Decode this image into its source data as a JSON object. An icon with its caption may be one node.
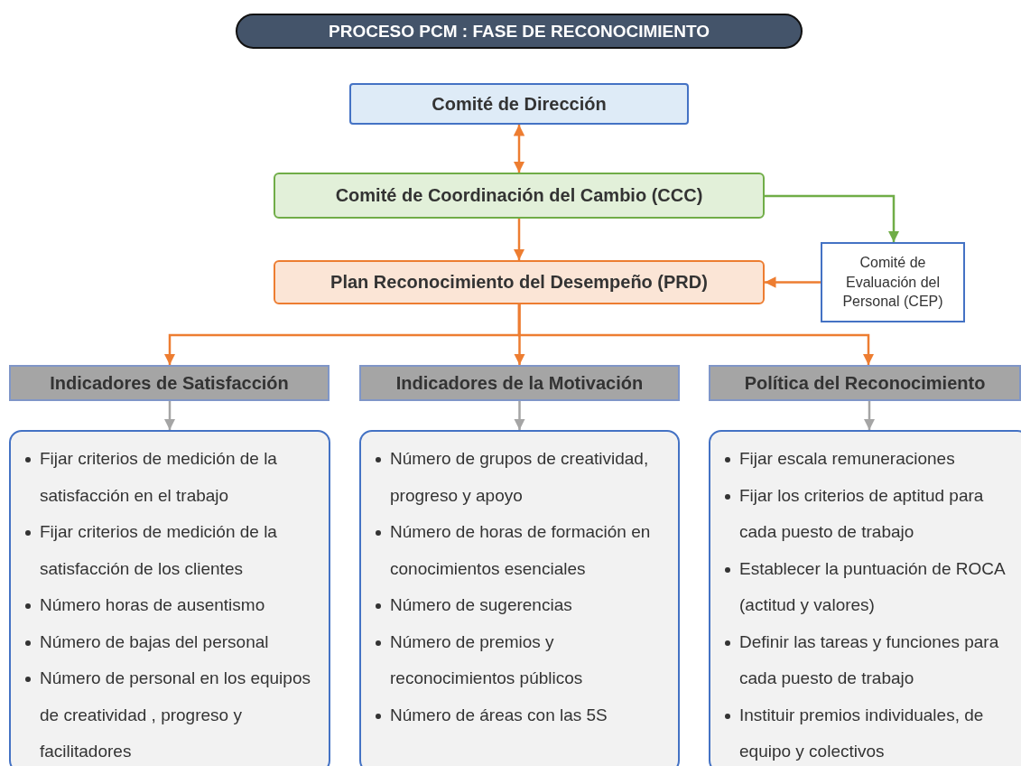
{
  "diagram": {
    "title": "PROCESO PCM : FASE DE RECONOCIMIENTO",
    "nodes": [
      {
        "text": [
          "Comité de Dirección"
        ]
      },
      {
        "text": [
          "Comité de Coordinación del Cambio (CCC)"
        ]
      },
      {
        "text": [
          "Plan Reconocimiento del Desempeño (PRD)"
        ]
      },
      {
        "text": [
          "Comité de Evaluación del Personal (CEP)"
        ]
      },
      {
        "text": [
          "Indicadores de Satisfacción"
        ]
      },
      {
        "text": [
          "Indicadores de la Motivación"
        ]
      },
      {
        "text": [
          "Política del Reconocimiento"
        ]
      },
      {
        "text": [
          "Fijar criterios de medición de la satisfacción en el trabajo",
          "Fijar criterios de medición de la satisfacción de los clientes",
          "Número horas de ausentismo",
          "Número de bajas del personal",
          "Número de personal en los equipos de creatividad , progreso y facilitadores"
        ]
      },
      {
        "text": [
          "Número de grupos de creatividad, progreso y apoyo",
          "Número de horas de formación en conocimientos esenciales",
          "Número de sugerencias",
          "Número de premios y reconocimientos públicos",
          "Número de áreas con las 5S"
        ]
      },
      {
        "text": [
          "Fijar escala remuneraciones",
          "Fijar los criterios de aptitud para cada puesto de trabajo",
          "Establecer la puntuación de ROCA (actitud y valores)",
          "Definir las tareas y funciones para cada puesto de trabajo",
          "Instituir premios individuales, de equipo y colectivos"
        ]
      }
    ],
    "edges": [
      {
        "from": 0,
        "to": 1,
        "arrow": "both"
      },
      {
        "from": 1,
        "to": 2,
        "arrow": "to"
      },
      {
        "from": 1,
        "to": 3,
        "arrow": "to",
        "color": "#70ad47"
      },
      {
        "from": 3,
        "to": 2,
        "arrow": "to"
      },
      {
        "from": 2,
        "to": 4,
        "arrow": "to"
      },
      {
        "from": 2,
        "to": 5,
        "arrow": "to"
      },
      {
        "from": 2,
        "to": 6,
        "arrow": "to"
      },
      {
        "from": 4,
        "to": 7,
        "arrow": "to",
        "color": "#a5a5a5"
      },
      {
        "from": 5,
        "to": 8,
        "arrow": "to",
        "color": "#a5a5a5"
      },
      {
        "from": 6,
        "to": 9,
        "arrow": "to",
        "color": "#a5a5a5"
      }
    ]
  }
}
